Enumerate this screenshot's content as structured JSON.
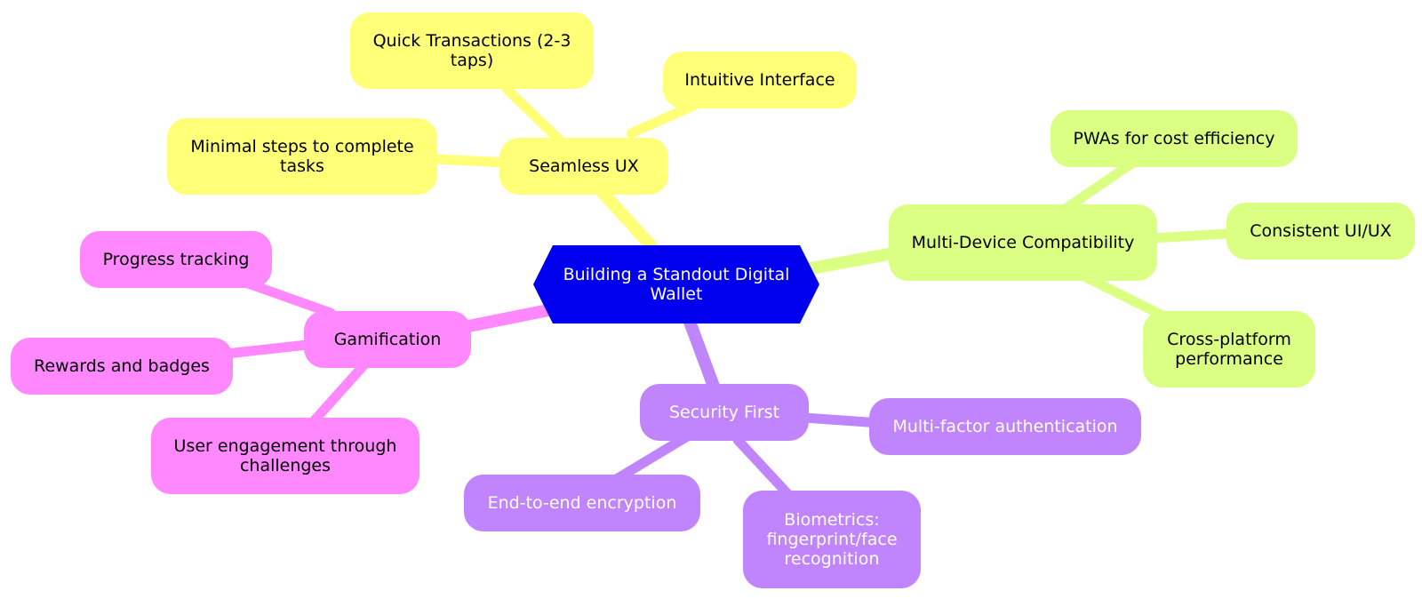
{
  "colors": {
    "center": "#0000ee",
    "ux": "#ffff78",
    "devices": "#daff82",
    "gamification": "#ff88ff",
    "security": "#c084fc"
  },
  "root": {
    "label": "Building a Standout Digital Wallet"
  },
  "branches": {
    "ux": {
      "label": "Seamless UX",
      "children": [
        "Quick Transactions (2-3 taps)",
        "Intuitive Interface",
        "Minimal steps to complete tasks"
      ]
    },
    "devices": {
      "label": "Multi-Device Compatibility",
      "children": [
        "PWAs for cost efficiency",
        "Consistent UI/UX",
        "Cross-platform performance"
      ]
    },
    "gamification": {
      "label": "Gamification",
      "children": [
        "Progress tracking",
        "Rewards and badges",
        "User engagement through challenges"
      ]
    },
    "security": {
      "label": "Security First",
      "children": [
        "Multi-factor authentication",
        "End-to-end encryption",
        "Biometrics: fingerprint/face recognition"
      ]
    }
  }
}
